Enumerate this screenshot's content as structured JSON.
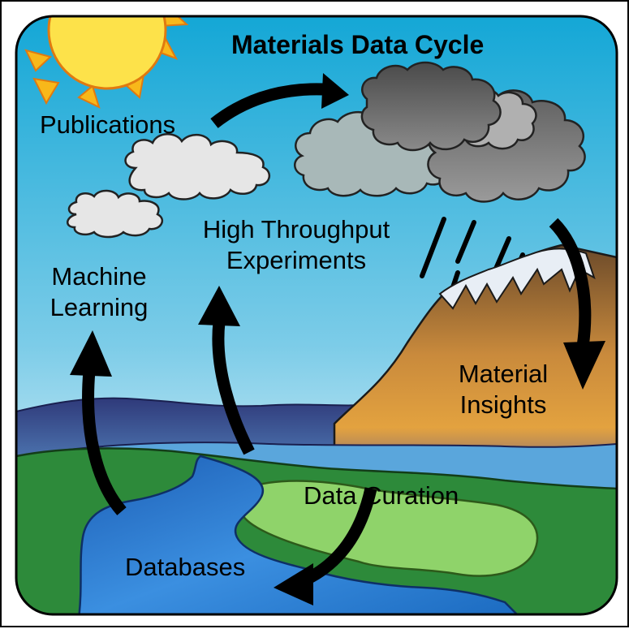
{
  "title": "Materials Data Cycle",
  "labels": {
    "publications": "Publications",
    "high_throughput_line1": "High Throughput",
    "high_throughput_line2": "Experiments",
    "machine_learning_line1": "Machine",
    "machine_learning_line2": "Learning",
    "material_insights_line1": "Material",
    "material_insights_line2": "Insights",
    "data_curation": "Data Curation",
    "databases": "Databases"
  },
  "colors": {
    "sky_top": "#14a7d6",
    "sky_bottom": "#c8e9f4",
    "grass": "#2d8a3a",
    "river": "#2e7fd0",
    "field": "#8fd36a",
    "mountain": "#c98a3c",
    "arrow": "#000000",
    "sun": "#f8b81a"
  },
  "icons": [
    "sun-icon",
    "cloud-icon",
    "rain-icon",
    "mountain-icon",
    "river-icon",
    "cycle-arrow-icon"
  ]
}
